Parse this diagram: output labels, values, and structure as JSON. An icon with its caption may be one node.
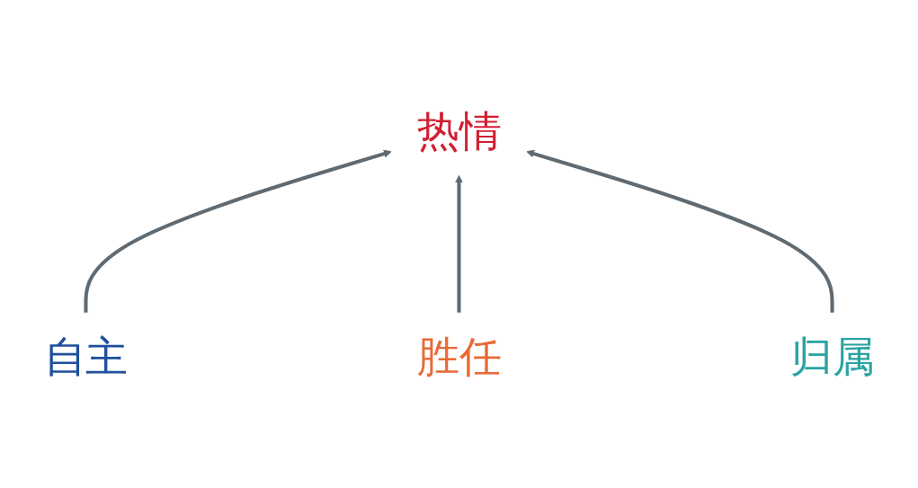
{
  "diagram": {
    "nodes": [
      {
        "text": [
          "热情"
        ]
      },
      {
        "text": [
          "自主"
        ]
      },
      {
        "text": [
          "胜任"
        ]
      },
      {
        "text": [
          "归属"
        ]
      }
    ],
    "edges": [
      {
        "from": 1,
        "to": 0,
        "arrow": "to"
      },
      {
        "from": 2,
        "to": 0,
        "arrow": "to"
      },
      {
        "from": 3,
        "to": 0,
        "arrow": "to"
      }
    ]
  }
}
